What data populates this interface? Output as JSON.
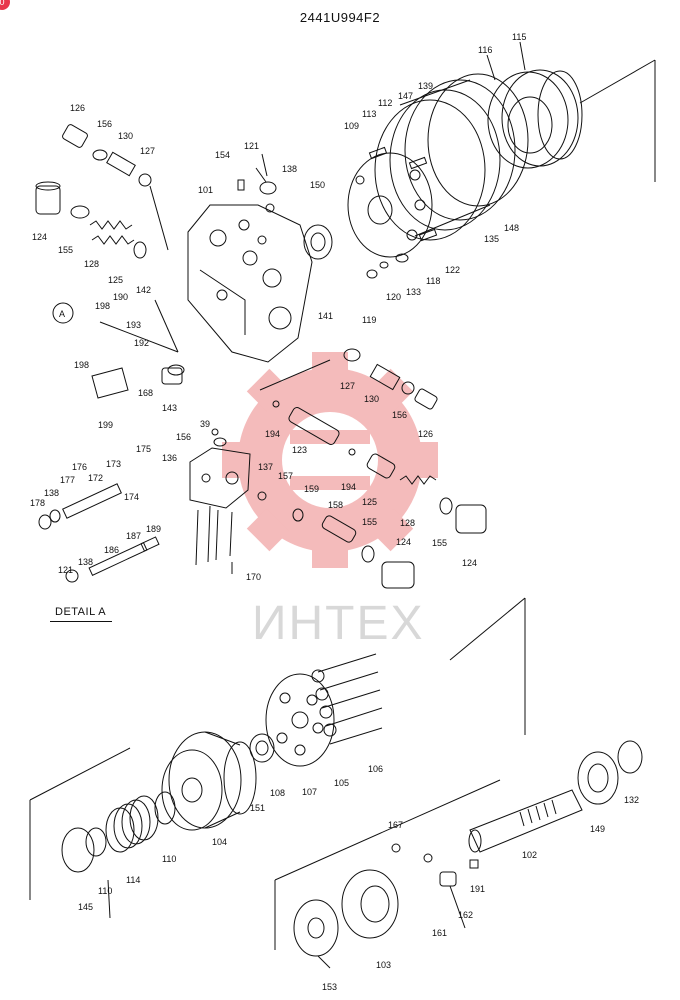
{
  "drawing": {
    "code": "2441U994F2",
    "detail_label": "DETAIL  A",
    "detail_marker": "A",
    "watermark": "ИНТЕХ",
    "corner_badge": "0",
    "accent_color": "#e8364a",
    "watermark_color": "#f3b0b0"
  },
  "part_numbers": {
    "p126a": "126",
    "p156a": "156",
    "p130a": "130",
    "p127a": "127",
    "p154": "154",
    "p121a": "121",
    "p138a": "138",
    "p101": "101",
    "p150": "150",
    "p109": "109",
    "p113": "113",
    "p112": "112",
    "p147": "147",
    "p139": "139",
    "p116": "116",
    "p115": "115",
    "p124a": "124",
    "p155a": "155",
    "p128a": "128",
    "p125a": "125",
    "p142": "142",
    "p198a": "198",
    "p190": "190",
    "p193": "193",
    "p192": "192",
    "p198b": "198",
    "p168": "168",
    "p143": "143",
    "p199": "199",
    "p141": "141",
    "p119": "119",
    "p120": "120",
    "p133": "133",
    "p118": "118",
    "p122": "122",
    "p135": "135",
    "p148": "148",
    "p127b": "127",
    "p130b": "130",
    "p156b": "156",
    "p126b": "126",
    "p39": "39",
    "p156c": "156",
    "p194a": "194",
    "p123": "123",
    "p194b": "194",
    "p175": "175",
    "p136": "136",
    "p176": "176",
    "p177": "177",
    "p173": "173",
    "p172": "172",
    "p174": "174",
    "p178": "178",
    "p138b": "138",
    "p137": "137",
    "p157": "157",
    "p159": "159",
    "p125b": "125",
    "p128b": "128",
    "p155b": "155",
    "p124b": "124",
    "p158": "158",
    "p155c": "155",
    "p124c": "124",
    "p187": "187",
    "p189": "189",
    "p186": "186",
    "p138c": "138",
    "p121b": "121",
    "p170": "170",
    "p105": "105",
    "p106": "106",
    "p107": "107",
    "p108": "108",
    "p151": "151",
    "p104": "104",
    "p110a": "110",
    "p110b": "110",
    "p114": "114",
    "p145": "145",
    "p132": "132",
    "p149": "149",
    "p102": "102",
    "p167": "167",
    "p191": "191",
    "p162": "162",
    "p161": "161",
    "p103": "103",
    "p153": "153"
  }
}
